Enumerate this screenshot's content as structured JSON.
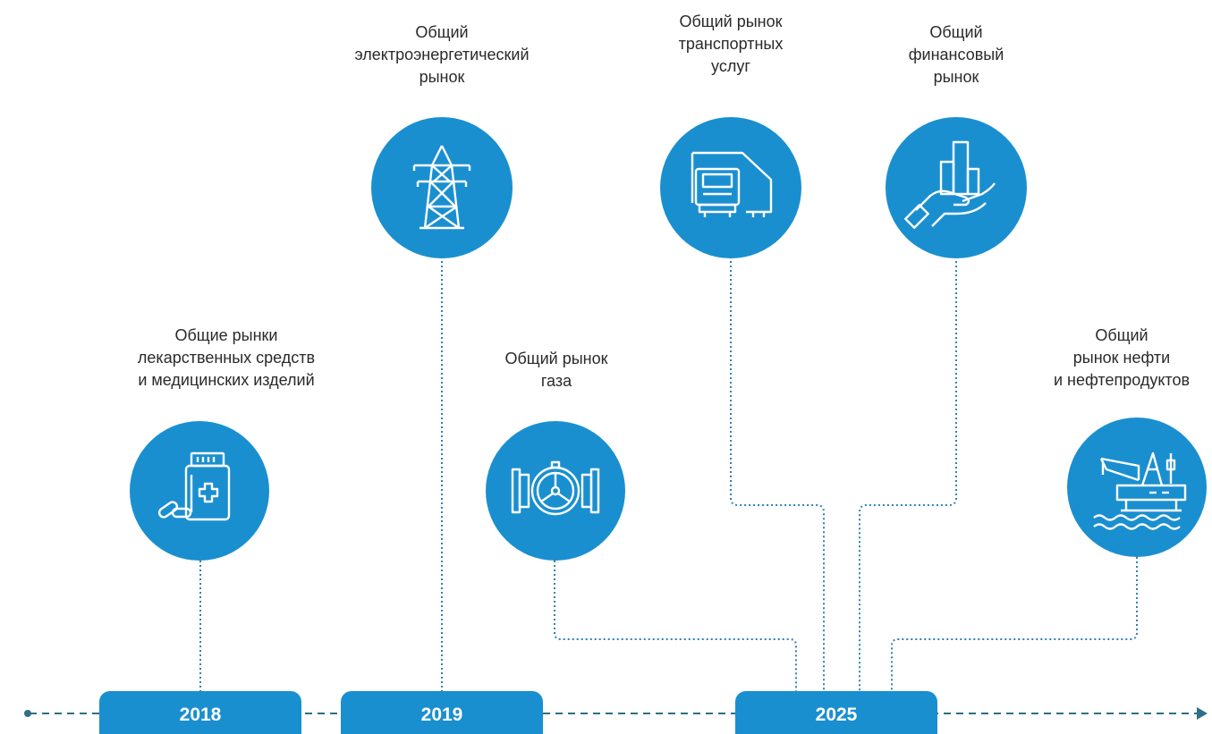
{
  "years": [
    {
      "id": "2018",
      "label": "2018"
    },
    {
      "id": "2019",
      "label": "2019"
    },
    {
      "id": "2025",
      "label": "2025"
    }
  ],
  "markets": [
    {
      "id": "medicines",
      "lines": [
        "Общие рынки",
        "лекарственных средств",
        "и медицинских изделий"
      ],
      "icon": "medicine-bottle-icon",
      "year": "2018"
    },
    {
      "id": "electricity",
      "lines": [
        "Общий",
        "электроэнергетический",
        "рынок"
      ],
      "icon": "power-tower-icon",
      "year": "2019"
    },
    {
      "id": "gas",
      "lines": [
        "Общий рынок",
        "газа"
      ],
      "icon": "pipeline-valve-icon",
      "year": "2025"
    },
    {
      "id": "transport",
      "lines": [
        "Общий рынок",
        "транспортных",
        "услуг"
      ],
      "icon": "truck-icon",
      "year": "2025"
    },
    {
      "id": "finance",
      "lines": [
        "Общий",
        "финансовый",
        "рынок"
      ],
      "icon": "hand-chart-icon",
      "year": "2025"
    },
    {
      "id": "oil",
      "lines": [
        "Общий",
        "рынок нефти",
        "и нефтепродуктов"
      ],
      "icon": "oil-platform-icon",
      "year": "2025"
    }
  ],
  "colors": {
    "accent": "#1a8fd0",
    "timeline": "#2f6f86",
    "connector": "#2f82b5",
    "text": "#2a2a2a"
  }
}
